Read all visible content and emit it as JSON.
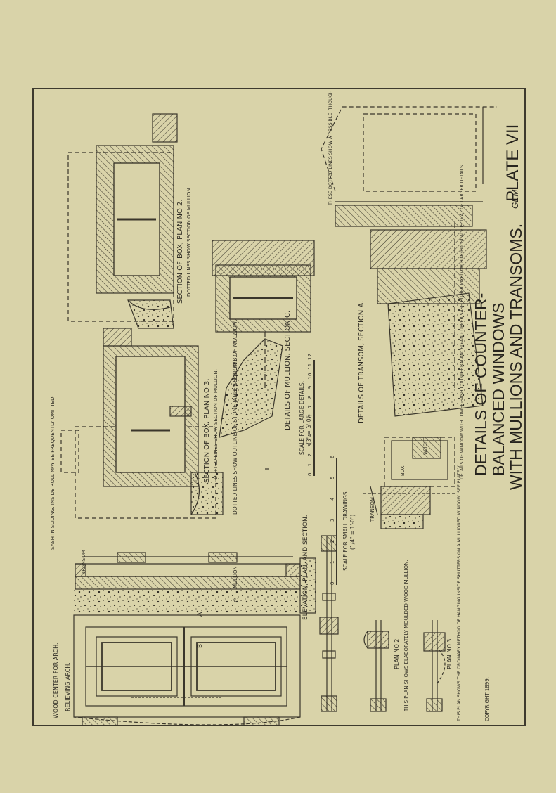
{
  "title": {
    "line1": "DETAILS OF COUNTER-",
    "line2": "BALANCED WINDOWS",
    "line3": "WITH MULLIONS AND TRANSOMS."
  },
  "plate": {
    "label": "PLATE VII",
    "initials": "GEM"
  },
  "copyright": "COPYRIGHT 1899.",
  "labels": {
    "relieving_arch": "RELIEVING ARCH.",
    "wood_center": "WOOD CENTER FOR ARCH.",
    "transom_elev": "TRANSOM",
    "mullion_elev": "MULLION",
    "mark_a": "A",
    "mark_b": "B",
    "mark_c": "C",
    "elevation_caption": "ELEVATION, PLAN, AND SECTION.",
    "scale_small": "SCALE FOR SMALL DRAWINGS.",
    "scale_small_ratio": "(1/4\" = 1'-0\")",
    "plan2_title": "PLAN NO 2.",
    "plan2_note": "THIS PLAN SHOWS ELABORATELY MOULDED WOOD MULLION.",
    "plan3_title": "PLAN NO 3.",
    "plan3_note": "THIS PLAN SHOWS THE ORDINARY METHOD OF HANGING INSIDE SHUTTERS ON A MULLIONED WINDOW. SEE PLATE V.",
    "sash_note": "SASH IN SLIDING. INSIDE ROLL MAY BE FREQUENTLY OMITTED.",
    "box_section_3": "SECTION OF BOX, PLAN NO 3.",
    "box_section_3_sub": "DOTTED LINES SHOW SECTION OF MULLION.",
    "box_section_2": "SECTION OF BOX, PLAN NO 2.",
    "box_section_2_sub": "DOTTED LINES SHOW SECTION OF MULLION.",
    "dotted_jamb": "DOTTED LINES SHOW OUTLINE OF STONE JAMB, SECTION B.",
    "center_line": "CENTER LINE OF MULLION.",
    "mullion_details": "DETAILS OF MULLION, SECTION C.",
    "scale_large": "SCALE FOR LARGE DETAILS.",
    "scale_large_ratio": "(3\" = 1'-0\")",
    "transom_details": "DETAILS OF TRANSOM, SECTION A.",
    "dotted_note": "THESE DOTTED LINES SHOW A POSSIBLE, THOUGH NEITHER COMMON NOR ADVANTAGEOUS FINISH FOR THE INSIDE OF MULLIONS AND TRANSOMS. THIS PRINCIPLE CAN, HOWEVER, BE USED TO ADVANTAGE WITH VERY EFFECTIVE RESULTS BY MOULDING INTERIOR JAMBS, TRANSOMS AND MULLIONS IN A MANNER SIMILAR TO EXTERIOR WOOD MULLION SHOWN ON PLAN NO 2.",
    "window_detail_note": "DETAILS OF WINDOW WITH LOWER SASH COUNTERBALANCED AND UPPER SASH EITHER FIXED OR HINGED. SCALE IS THAT OF LARGER DETAILS.",
    "box_label": "BOX.",
    "weight_label": "WEIGHT",
    "transom_small": "TRANSOM"
  },
  "scale_small_ticks": [
    "0",
    "1",
    "2",
    "3",
    "4",
    "5",
    "6"
  ],
  "scale_large_ticks": [
    "0",
    "1",
    "2",
    "3",
    "4",
    "5",
    "6",
    "7",
    "8",
    "9",
    "10",
    "11",
    "12"
  ]
}
